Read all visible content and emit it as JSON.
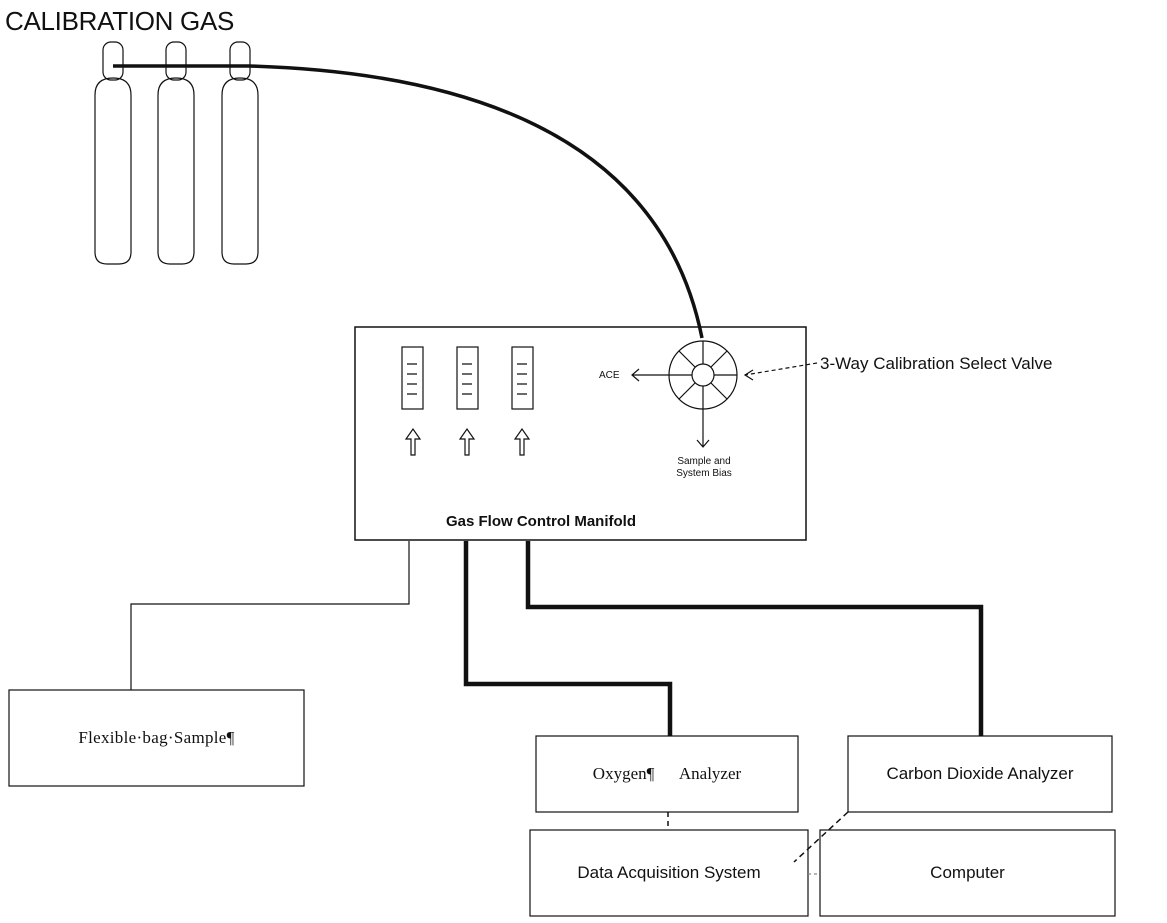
{
  "diagram": {
    "title": "CALIBRATION GAS",
    "valve_label": "3-Way Calibration Select Valve",
    "manifold_label": "Gas Flow Control Manifold",
    "ace_label": "ACE",
    "sample_bias_label": [
      "Sample and",
      "System Bias"
    ],
    "boxes": {
      "flexible_bag": "Flexible·bag·Sample¶",
      "oxygen_analyzer": "Oxygen¶      Analyzer",
      "co2_analyzer": "Carbon Dioxide Analyzer",
      "data_acquisition": "Data Acquisition System",
      "computer": "Computer"
    },
    "cylinder_count": 3,
    "flowmeter_count": 3
  }
}
